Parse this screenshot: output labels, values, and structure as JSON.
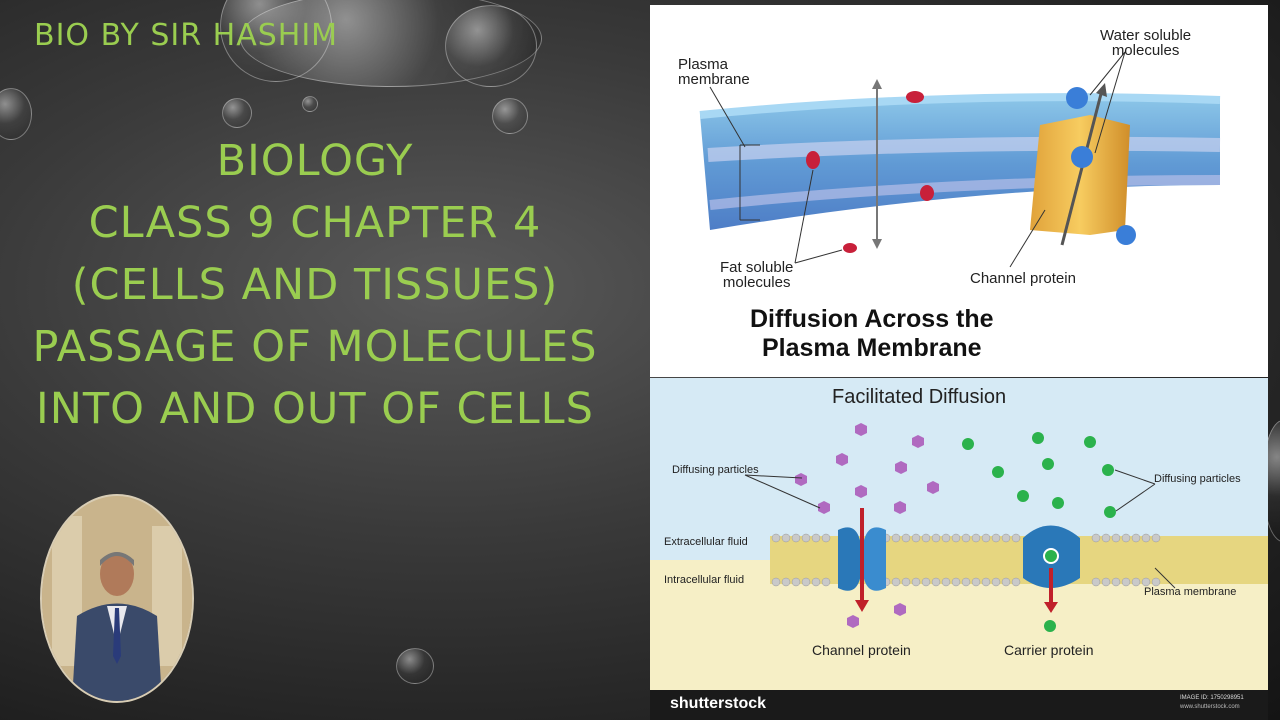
{
  "slide": {
    "channel_name": "BIO BY SIR HASHIM",
    "title_lines": [
      "BIOLOGY",
      "CLASS 9 CHAPTER 4",
      "(CELLS AND TISSUES)",
      "PASSAGE OF MOLECULES",
      "INTO AND OUT OF CELLS"
    ],
    "accent_color": "#9acd50"
  },
  "diagram_top": {
    "labels": {
      "plasma_membrane": "Plasma\nmembrane",
      "water_soluble": "Water soluble\nmolecules",
      "fat_soluble": "Fat soluble\nmolecules",
      "channel_protein": "Channel protein"
    },
    "title": "Diffusion Across the\nPlasma Membrane"
  },
  "diagram_bottom": {
    "title": "Facilitated Diffusion",
    "labels": {
      "diffusing_left": "Diffusing particles",
      "diffusing_right": "Diffusing particles",
      "extracellular": "Extracellular fluid",
      "intracellular": "Intracellular fluid",
      "plasma_membrane": "Plasma membrane",
      "channel_protein": "Channel protein",
      "carrier_protein": "Carrier protein"
    }
  },
  "watermark": {
    "brand": "shutterstock",
    "image_id": "IMAGE ID: 1750298951",
    "site": "www.shutterstock.com"
  }
}
